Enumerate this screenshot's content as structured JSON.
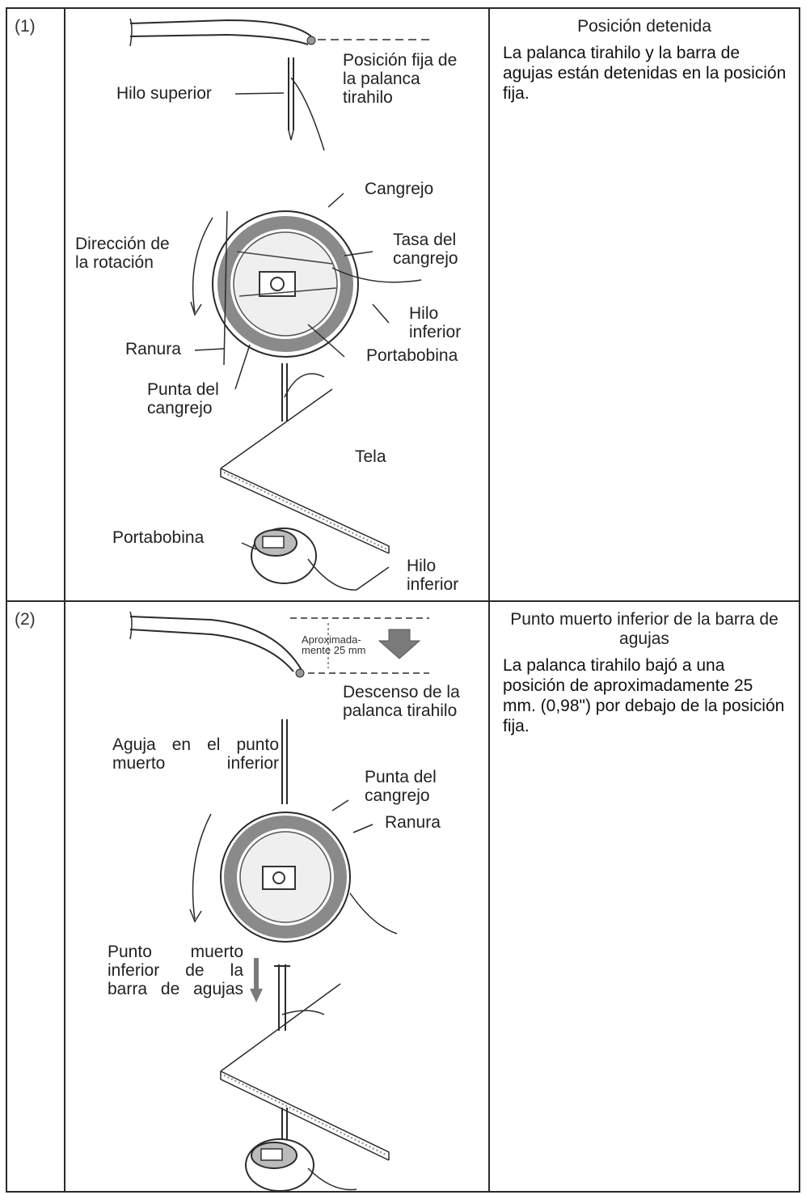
{
  "rows": [
    {
      "number": "(1)",
      "labels": {
        "posicion_fija": "Posición fija de\nla palanca\ntirahilo",
        "hilo_superior": "Hilo superior",
        "cangrejo": "Cangrejo",
        "direccion": "Dirección  de\nla rotación",
        "tasa": "Tasa del\ncangrejo",
        "hilo_inferior": "Hilo\ninferior",
        "ranura": "Ranura",
        "portabobina": "Portabobina",
        "punta": "Punta del\ncangrejo",
        "tela": "Tela",
        "portabobina2": "Portabobina",
        "hilo_inferior2": "Hilo\ninferior"
      },
      "title": "Posición detenida",
      "description": "La palanca tirahilo y la barra de agujas están detenidas en la posición fija."
    },
    {
      "number": "(2)",
      "labels": {
        "aprox": "Aproximada-\nmente 25 mm",
        "descenso": "Descenso de la\npalanca tirahilo",
        "aguja": "Aguja  en  el  punto\nmuerto inferior",
        "punta": "Punta del\ncangrejo",
        "ranura": "Ranura",
        "punto_muerto": "Punto   muerto\ninferior   de   la\nbarra de agujas"
      },
      "title": "Punto muerto inferior de la barra de agujas",
      "description": "La palanca tirahilo bajó a una posición de aproximadamente 25 mm. (0,98\") por debajo de la posición fija."
    }
  ],
  "colors": {
    "line": "#2a2a2a",
    "hook_fill": "#8a8a8a",
    "arrow_fill": "#7a7a7a"
  }
}
